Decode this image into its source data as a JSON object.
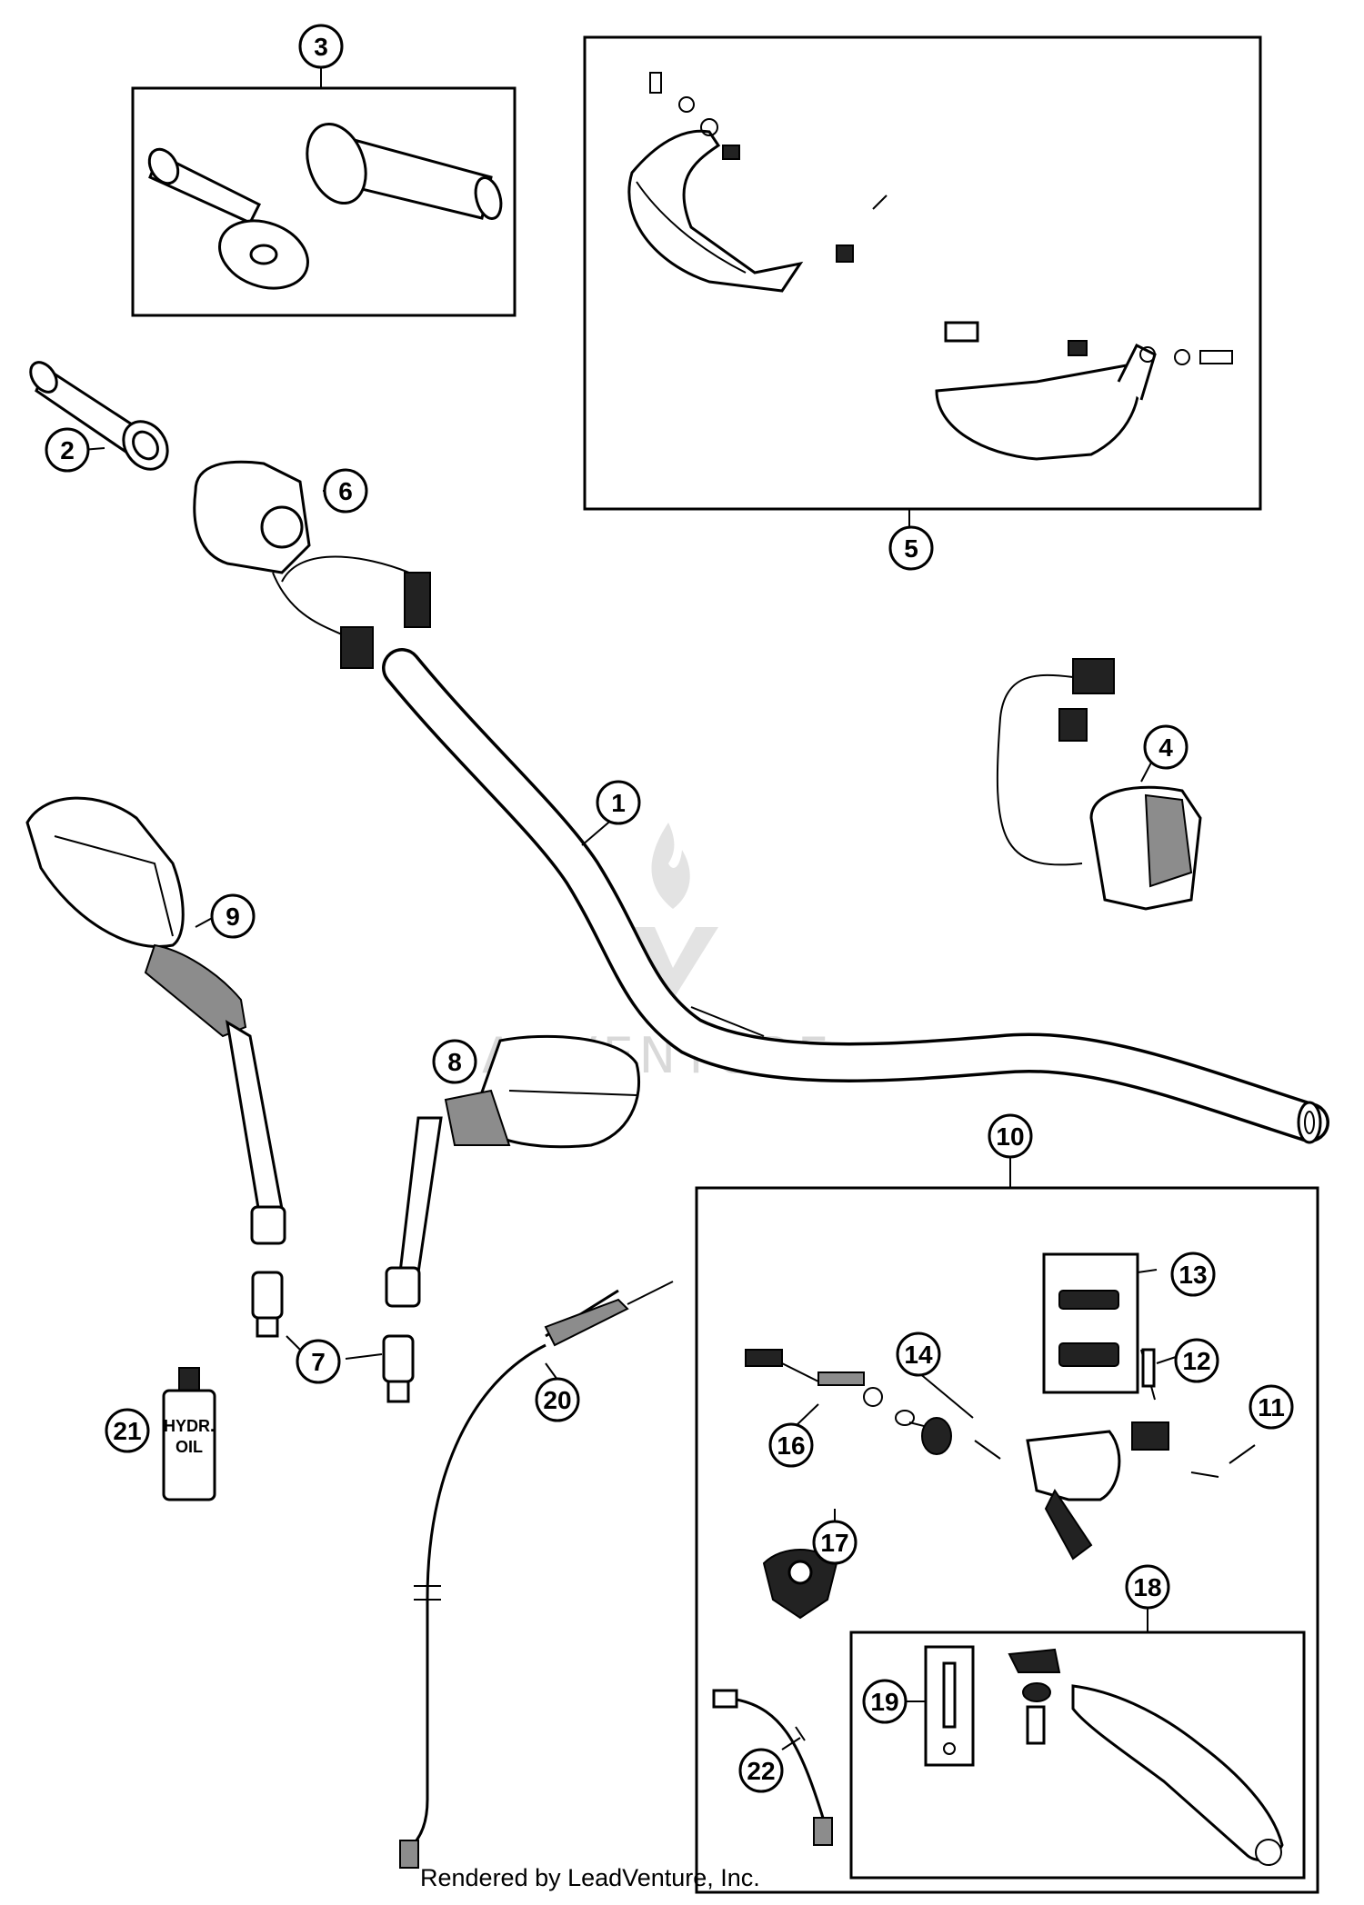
{
  "diagram": {
    "callouts": [
      "1",
      "2",
      "3",
      "4",
      "5",
      "6",
      "7",
      "8",
      "9",
      "10",
      "11",
      "12",
      "13",
      "14",
      "16",
      "17",
      "18",
      "19",
      "20",
      "21",
      "22"
    ],
    "watermark_text": "ADVENTURE",
    "bottle_label_line1": "HYDR.",
    "bottle_label_line2": "OIL",
    "credit": "Rendered by LeadVenture, Inc."
  }
}
